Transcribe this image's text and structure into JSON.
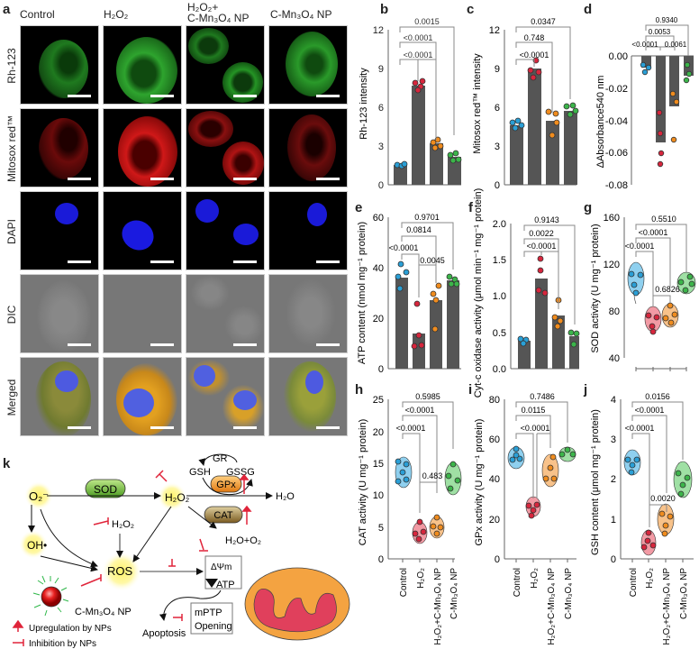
{
  "panel_letters": {
    "a": "a",
    "b": "b",
    "c": "c",
    "d": "d",
    "e": "e",
    "f": "f",
    "g": "g",
    "h": "h",
    "i": "i",
    "j": "j",
    "k": "k"
  },
  "microscopy": {
    "columns": [
      "Control",
      "H₂O₂",
      "H₂O₂+",
      "C-Mn₃O₄ NP",
      "C-Mn₃O₄ NP"
    ],
    "column_labels": {
      "c1": "Control",
      "c2": "H₂O₂",
      "c3_line1": "H₂O₂+",
      "c3_line2": "C-Mn₃O₄ NP",
      "c4": "C-Mn₃O₄ NP"
    },
    "rows": {
      "r1": "Rh-123",
      "r2": "Mitosox red™",
      "r3": "DAPI",
      "r4": "DIC",
      "r5": "Merged"
    }
  },
  "chart_data": [
    {
      "panel": "b",
      "type": "bar",
      "ylabel": "Rh-123 intensity",
      "ylim": [
        0,
        12
      ],
      "yticks": [
        "0",
        "3",
        "6",
        "9",
        "12"
      ],
      "categories": [
        "Control",
        "H₂O₂",
        "H₂O₂+C-Mn₃O₄ NP",
        "C-Mn₃O₄ NP"
      ],
      "values": [
        1.5,
        7.7,
        3.2,
        2.2
      ],
      "pvalues": [
        "0.0015",
        "<0.0001",
        "<0.0001"
      ]
    },
    {
      "panel": "c",
      "type": "bar",
      "ylabel": "Mitosox red™ intensity",
      "ylim": [
        0,
        12
      ],
      "yticks": [
        "0",
        "3",
        "6",
        "9",
        "12"
      ],
      "categories": [
        "Control",
        "H₂O₂",
        "H₂O₂+C-Mn₃O₄ NP",
        "C-Mn₃O₄ NP"
      ],
      "values": [
        4.6,
        9.0,
        5.0,
        5.7
      ],
      "pvalues": [
        "0.0347",
        "0.748",
        "<0.0001"
      ]
    },
    {
      "panel": "d",
      "type": "bar",
      "ylabel": "ΔAbsorbance540 nm",
      "ylim": [
        -0.08,
        0
      ],
      "yticks": [
        "0.00",
        "-0.02",
        "-0.04",
        "-0.06",
        "-0.08"
      ],
      "categories": [
        "Control",
        "H₂O₂",
        "H₂O₂+C-Mn₃O₄ NP",
        "C-Mn₃O₄ NP"
      ],
      "values": [
        -0.007,
        -0.054,
        -0.031,
        -0.012
      ],
      "pvalues": [
        "0.9340",
        "0.0053",
        "<0.0001",
        "0.0061"
      ]
    },
    {
      "panel": "e",
      "type": "bar",
      "ylabel": "ATP content (nmol mg⁻¹ protein)",
      "ylim": [
        0,
        60
      ],
      "yticks": [
        "0",
        "20",
        "40",
        "60"
      ],
      "categories": [
        "Control",
        "H₂O₂",
        "H₂O₂+C-Mn₃O₄ NP",
        "C-Mn₃O₄ NP"
      ],
      "values": [
        36,
        14,
        27,
        35
      ],
      "pvalues": [
        "0.9701",
        "0.0814",
        "<0.0001",
        "0.0045"
      ]
    },
    {
      "panel": "f",
      "type": "bar",
      "ylabel": "Cyt-c oxidase activity (μmol min⁻¹ mg⁻¹ protein)",
      "ylim": [
        0,
        2.0
      ],
      "yticks": [
        "0.0",
        "0.5",
        "1.0",
        "1.5",
        "2.0"
      ],
      "categories": [
        "Control",
        "H₂O₂",
        "H₂O₂+C-Mn₃O₄ NP",
        "C-Mn₃O₄ NP"
      ],
      "values": [
        0.38,
        1.24,
        0.73,
        0.45
      ],
      "pvalues": [
        "0.9143",
        "0.0022",
        "<0.0001"
      ]
    },
    {
      "panel": "g",
      "type": "violin",
      "ylabel": "SOD activity (U mg⁻¹ protein)",
      "ylim": [
        40,
        160
      ],
      "yticks": [
        "40",
        "80",
        "120",
        "160"
      ],
      "categories": [
        "Control",
        "H₂O₂",
        "H₂O₂+C-Mn₃O₄ NP",
        "C-Mn₃O₄ NP"
      ],
      "values": [
        103,
        68,
        71,
        99
      ],
      "pvalues": [
        "0.5510",
        "<0.0001",
        "<0.0001",
        "0.6826"
      ]
    },
    {
      "panel": "h",
      "type": "violin",
      "ylabel": "CAT activity (U mg⁻¹ protein)",
      "ylim": [
        0,
        25
      ],
      "yticks": [
        "0",
        "5",
        "10",
        "15",
        "20",
        "25"
      ],
      "categories": [
        "Control",
        "H₂O₂",
        "H₂O₂+C-Mn₃O₄ NP",
        "C-Mn₃O₄ NP"
      ],
      "values": [
        13.5,
        4.0,
        5.2,
        12.3
      ],
      "pvalues": [
        "0.5985",
        "<0.0001",
        "<0.0001",
        "0.483"
      ]
    },
    {
      "panel": "i",
      "type": "violin",
      "ylabel": "GPx activity (U mg⁻¹ protein)",
      "ylim": [
        0,
        80
      ],
      "yticks": [
        "0",
        "20",
        "40",
        "60",
        "80"
      ],
      "categories": [
        "Control",
        "H₂O₂",
        "H₂O₂+C-Mn₃O₄ NP",
        "C-Mn₃O₄ NP"
      ],
      "values": [
        51,
        26,
        43,
        53
      ],
      "pvalues": [
        "0.7486",
        "0.0115",
        "<0.0001"
      ]
    },
    {
      "panel": "j",
      "type": "violin",
      "ylabel": "GSH content (μmol mg⁻¹ protein)",
      "ylim": [
        0,
        4
      ],
      "yticks": [
        "0",
        "1",
        "2",
        "3",
        "4"
      ],
      "categories": [
        "Control",
        "H₂O₂",
        "H₂O₂+C-Mn₃O₄ NP",
        "C-Mn₃O₄ NP"
      ],
      "values": [
        2.4,
        0.35,
        0.95,
        1.95
      ],
      "pvalues": [
        "0.0156",
        "<0.0001",
        "<0.0001",
        "0.0020"
      ]
    }
  ],
  "xcat": {
    "c1": "Control",
    "c2": "H₂O₂",
    "c3": "H₂O₂+C-Mn₃O₄ NP",
    "c4": "C-Mn₃O₄ NP"
  },
  "colors": {
    "control": "#2a9fd6",
    "h2o2": "#d7263d",
    "combo": "#f08c1e",
    "np": "#3cb54a",
    "bar": "#555555"
  },
  "diagram": {
    "o2": "O₂⁻",
    "sod": "SOD",
    "h2o2": "H₂O₂",
    "h2o2_mid": "H₂O₂",
    "oh": "OH•",
    "ros": "ROS",
    "gr": "GR",
    "gsh": "GSH",
    "gssg": "GSSG",
    "gpx": "GPx",
    "cat": "CAT",
    "h2o": "H₂O",
    "h2o_o2": "H₂O+O₂",
    "dpsi": "ΔΨm",
    "atp": "ATP",
    "mptp1": "mPTP",
    "mptp2": "Opening",
    "apoptosis": "Apoptosis",
    "np": "C-Mn₃O₄ NP",
    "legend_up": "Upregulation by NPs",
    "legend_inh": "Inhibition by NPs"
  }
}
